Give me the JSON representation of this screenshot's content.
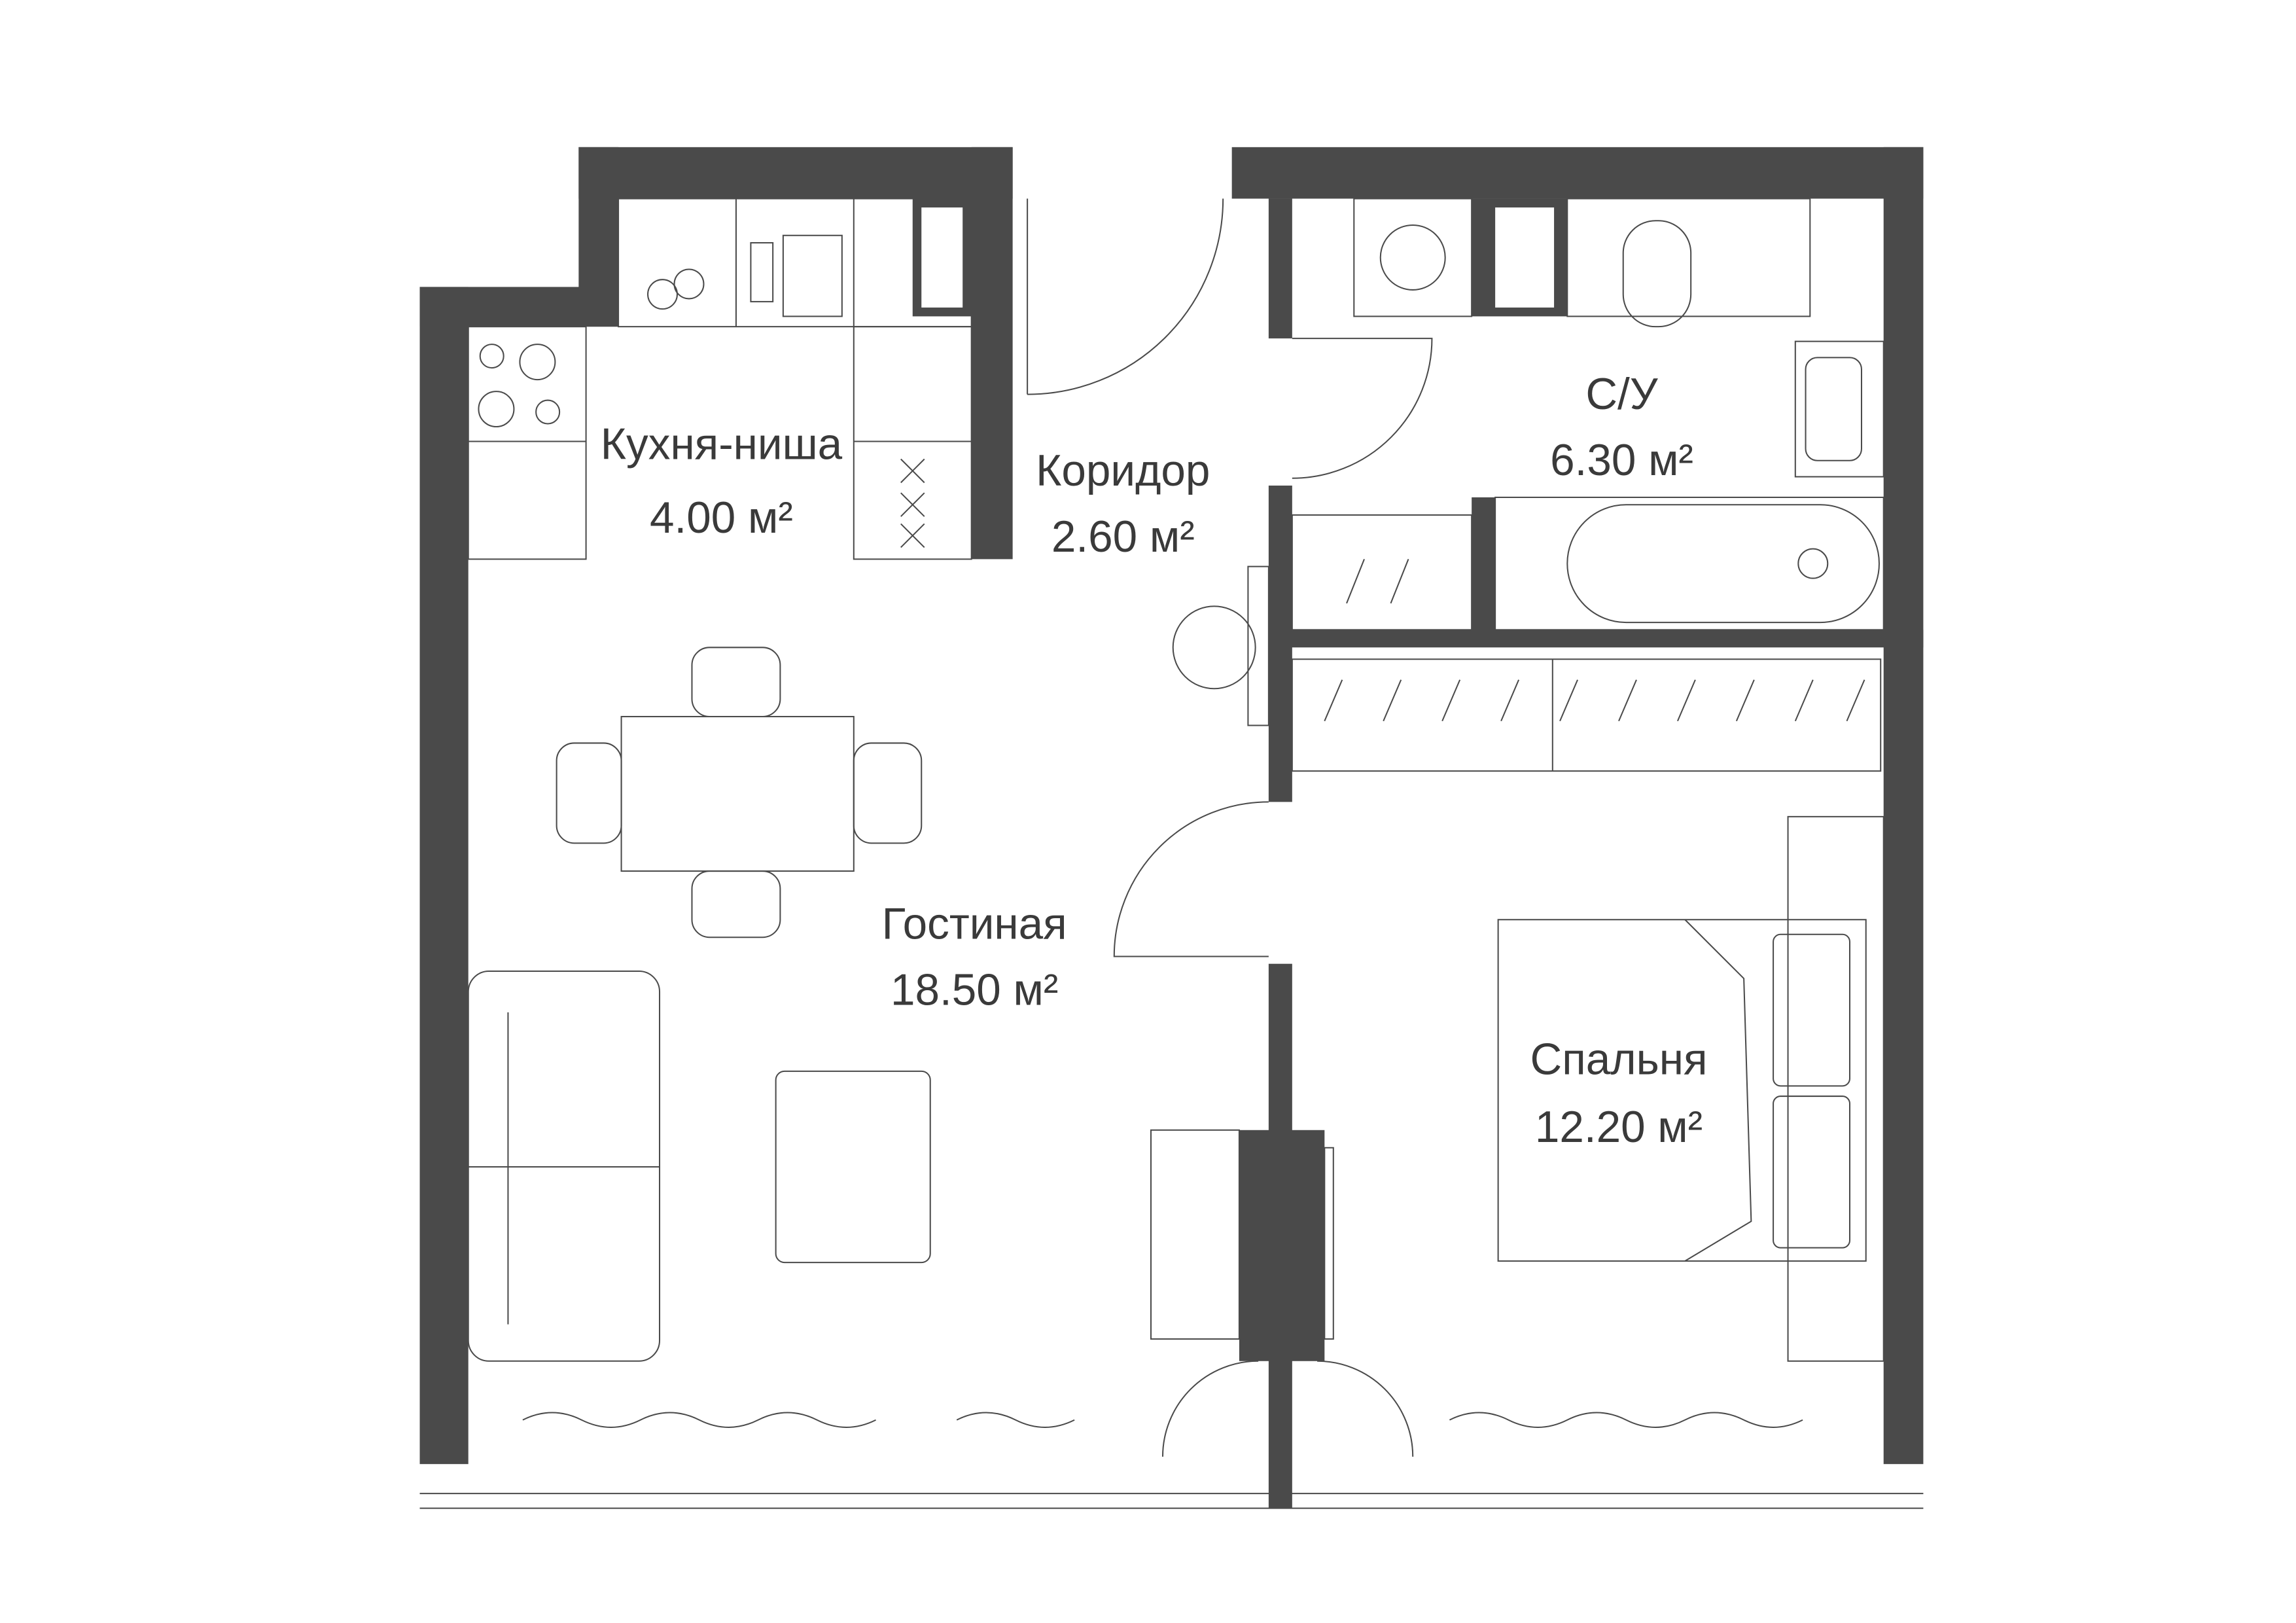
{
  "rooms": [
    {
      "name": "Кухня-ниша",
      "area": "4.00 м²"
    },
    {
      "name": "Коридор",
      "area": "2.60 м²"
    },
    {
      "name": "С/У",
      "area": "6.30 м²"
    },
    {
      "name": "Гостиная",
      "area": "18.50 м²"
    },
    {
      "name": "Спальня",
      "area": "12.20 м²"
    }
  ],
  "colors": {
    "wall": "#4a4a4a",
    "background": "#ffffff"
  }
}
